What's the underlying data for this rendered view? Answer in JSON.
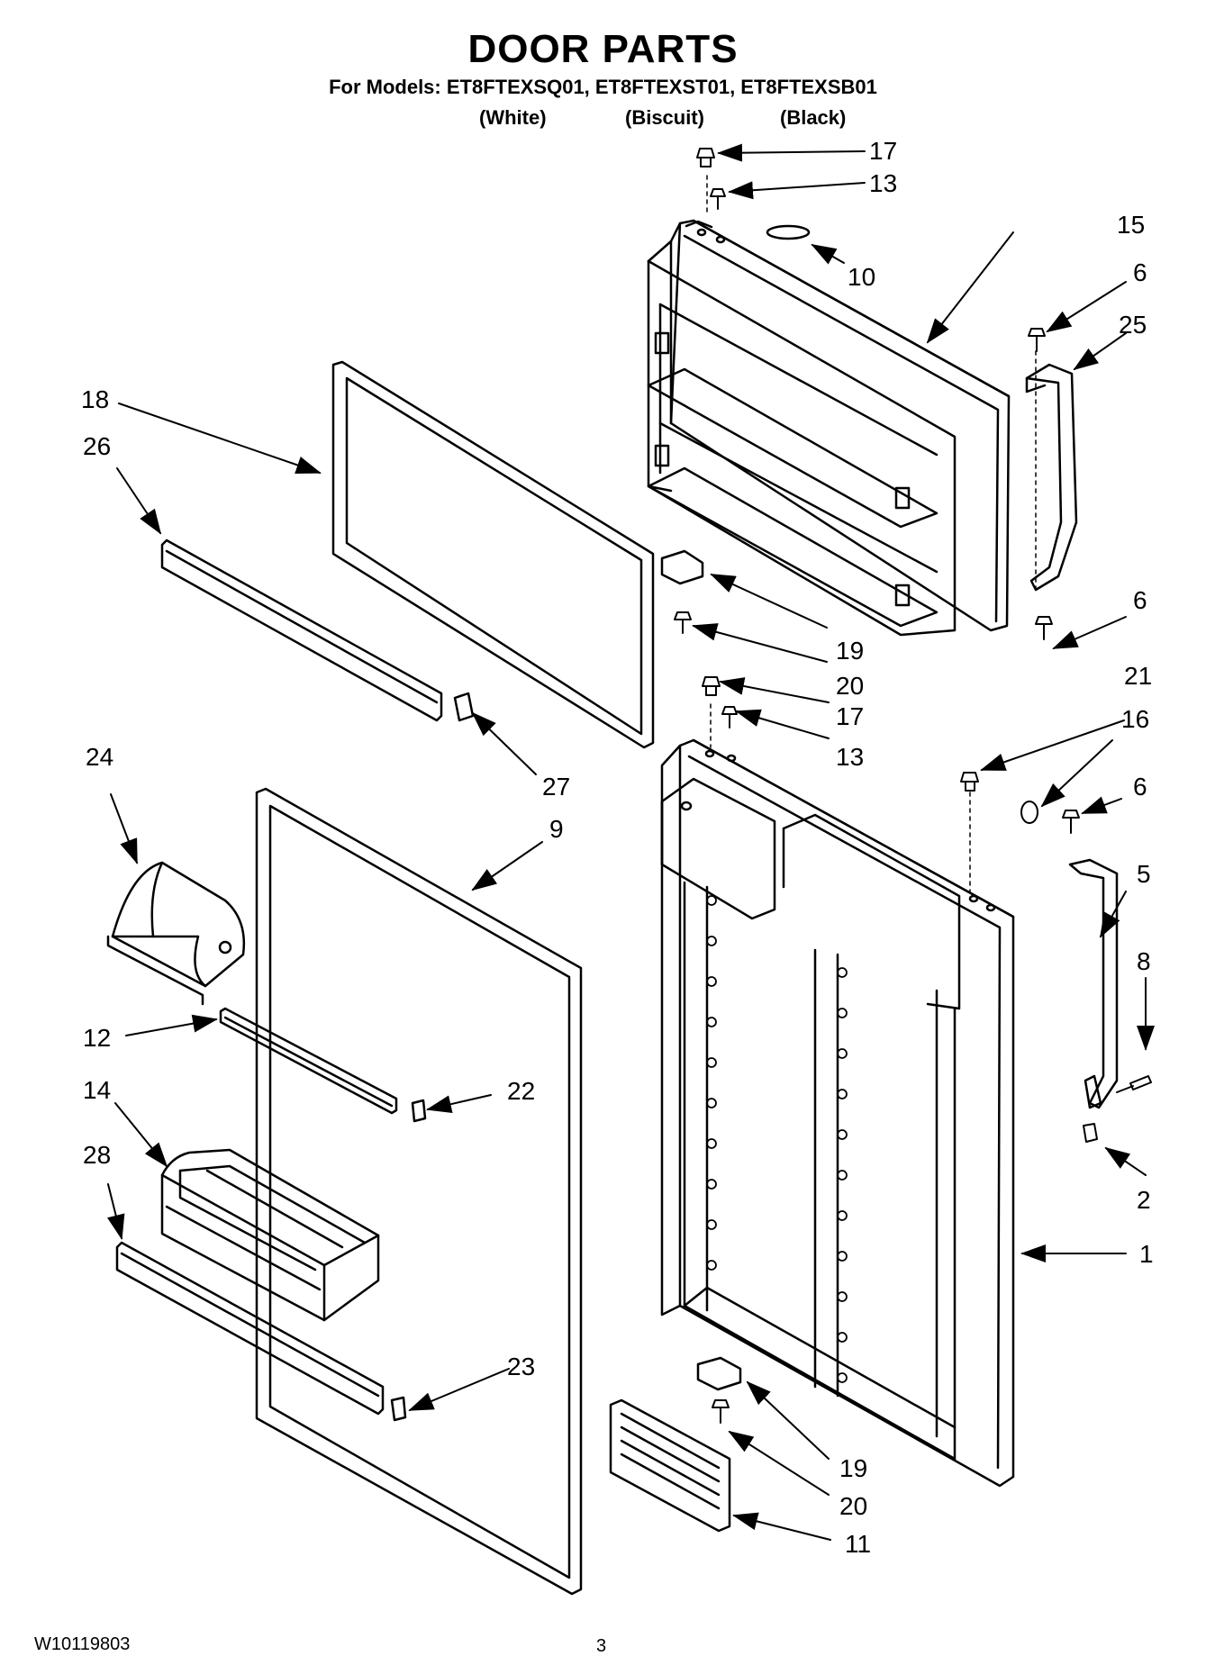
{
  "header": {
    "title": "DOOR PARTS",
    "models_line": "For Models: ET8FTEXSQ01, ET8FTEXST01, ET8FTEXSB01",
    "variants": [
      "(White)",
      "(Biscuit)",
      "(Black)"
    ]
  },
  "footer": {
    "doc_number": "W10119803",
    "page_number": "3"
  },
  "callouts": [
    "17",
    "13",
    "10",
    "15",
    "6",
    "25",
    "18",
    "26",
    "19",
    "20",
    "6",
    "21",
    "17",
    "13",
    "16",
    "6",
    "5",
    "27",
    "24",
    "9",
    "8",
    "12",
    "22",
    "14",
    "2",
    "28",
    "1",
    "23",
    "19",
    "20",
    "11"
  ]
}
